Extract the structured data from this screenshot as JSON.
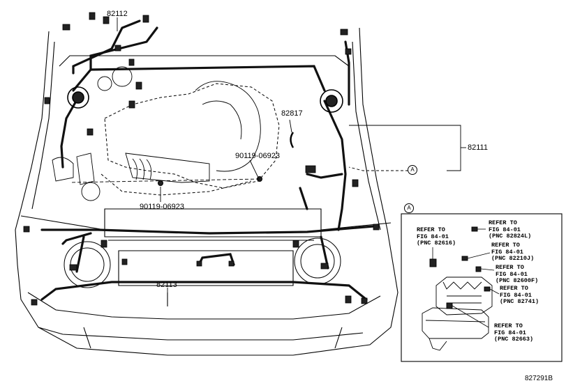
{
  "diagram": {
    "part_labels": {
      "harness_top": "82112",
      "clamp": "82817",
      "harness_engine_room": "82111",
      "bolt_right": "90119-06923",
      "bolt_left": "90119-06923",
      "harness_front": "82113"
    },
    "callout_marker": "A",
    "inset": {
      "marker": "A",
      "refs": [
        {
          "lines": [
            "REFER TO",
            "FIG 84-01",
            "(PNC 82616)"
          ]
        },
        {
          "lines": [
            "REFER TO",
            "FIG 84-01",
            "(PNC 82824L)"
          ]
        },
        {
          "lines": [
            "REFER TO",
            "FIG 84-01",
            "(PNC 82210J)"
          ]
        },
        {
          "lines": [
            "REFER TO",
            "FIG 84-01",
            "(PNC 82600F)"
          ]
        },
        {
          "lines": [
            "REFER TO",
            "FIG 84-01",
            "(PNC 82741)"
          ]
        },
        {
          "lines": [
            "REFER TO",
            "FIG 84-01",
            "(PNC 82663)"
          ]
        }
      ]
    },
    "figure_code": "827291B"
  }
}
